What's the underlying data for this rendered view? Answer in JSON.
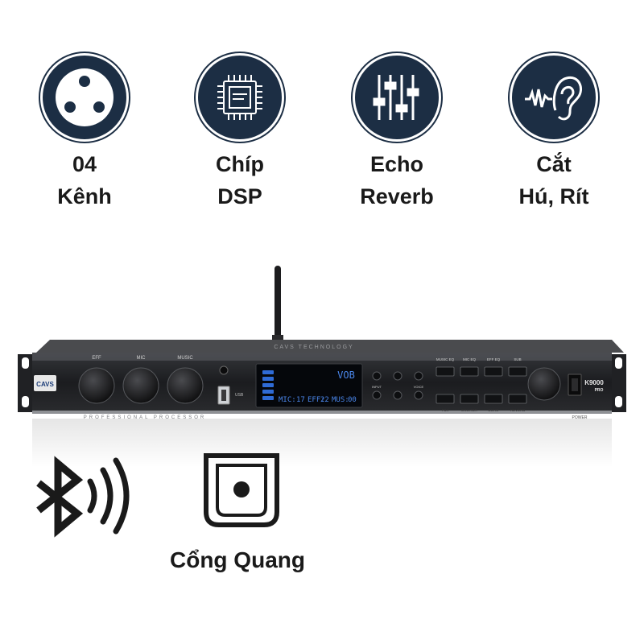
{
  "features": [
    {
      "icon": "xlr-connector-icon",
      "line1": "04",
      "line2": "Kênh"
    },
    {
      "icon": "dsp-chip-icon",
      "line1": "Chíp",
      "line2": "DSP"
    },
    {
      "icon": "equalizer-sliders-icon",
      "line1": "Echo",
      "line2": "Reverb"
    },
    {
      "icon": "ear-waveform-icon",
      "line1": "Cắt",
      "line2": "Hú, Rít"
    }
  ],
  "device": {
    "brand": "CAVS",
    "model": "K9000",
    "model_suffix": "PRO",
    "top_label": "CAVS TECHNOLOGY",
    "bottom_label": "PROFESSIONAL PROCESSOR",
    "knob_labels": [
      "EFF",
      "MIC",
      "MUSIC"
    ],
    "usb_label": "USB",
    "display": {
      "top_text": "VOB",
      "mic_label": "MIC:",
      "mic_value": "17",
      "eff_label": "EFF:",
      "eff_value": "22",
      "mus_label": "MUS:",
      "mus_value": "00"
    },
    "transport_labels": [
      "INPUT",
      "VOICE"
    ],
    "button_top_labels": [
      "MUSIC EQ",
      "MIC EQ",
      "EFF EQ",
      "SUB"
    ],
    "button_bottom_labels": [
      "FBX",
      "EXCITER",
      "ECHO",
      "REVERB"
    ],
    "power_label": "POWER",
    "colors": {
      "panel": "#1e1f22",
      "accent": "#2f6bd6",
      "icon_bg": "#1c2e44"
    }
  },
  "connectivity": {
    "bluetooth_icon": "bluetooth-icon",
    "optical_icon": "optical-port-icon",
    "optical_label": "Cổng Quang"
  }
}
